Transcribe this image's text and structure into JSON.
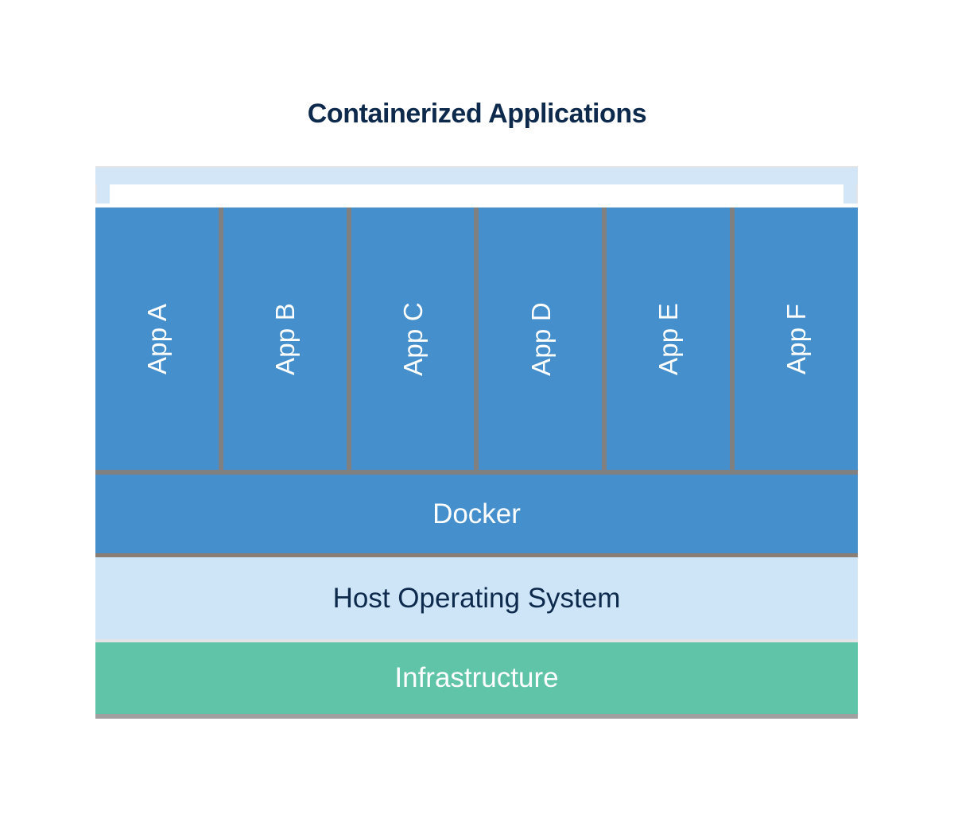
{
  "diagram": {
    "title": "Containerized Applications",
    "type": "layered-stack-architecture",
    "colors": {
      "title_text": "#0d2a4d",
      "bracket": "#d2e6f8",
      "app_box": "#4590cc",
      "divider": "#808080",
      "docker_bar": "#4590cc",
      "host_os_bar": "#cee5f8",
      "infrastructure_bar": "#5fc4a8",
      "light_text": "#ffffff",
      "dark_text": "#0d2a4d",
      "background": "#ffffff"
    },
    "bracket": {
      "name": "containerized-applications-bracket",
      "spans_label": "Containerized Applications"
    },
    "apps": [
      {
        "label": "App A"
      },
      {
        "label": "App B"
      },
      {
        "label": "App C"
      },
      {
        "label": "App D"
      },
      {
        "label": "App E"
      },
      {
        "label": "App F"
      }
    ],
    "layers": [
      {
        "id": "docker",
        "label": "Docker"
      },
      {
        "id": "host-os",
        "label": "Host Operating System"
      },
      {
        "id": "infrastructure",
        "label": "Infrastructure"
      }
    ]
  }
}
